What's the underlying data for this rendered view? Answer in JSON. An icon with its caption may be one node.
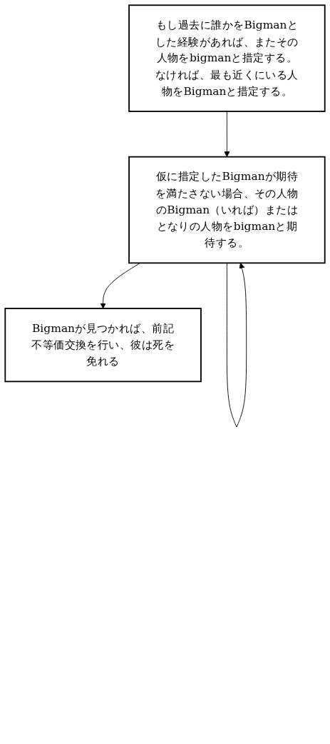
{
  "diagram": {
    "nodes": [
      {
        "text": [
          "もし過去に誰かをBigmanとした経験があれば、またその人物をbigmanと措定する。なければ、最も近くにいる人物をBigmanと措定する。"
        ]
      },
      {
        "text": [
          "仮に措定したBigmanが期待を満たさない場合、その人物のBigman（いれば）またはとなりの人物をbigmanと期待する。"
        ]
      },
      {
        "text": [
          "Bigmanが見つかれば、前記不等価交換を行い、彼は死を免れる"
        ]
      }
    ],
    "edges": [
      {
        "from": 0,
        "to": 1,
        "arrow": "to"
      },
      {
        "from": 1,
        "to": 1,
        "arrow": "to"
      },
      {
        "from": 1,
        "to": 2,
        "arrow": "to"
      }
    ]
  }
}
